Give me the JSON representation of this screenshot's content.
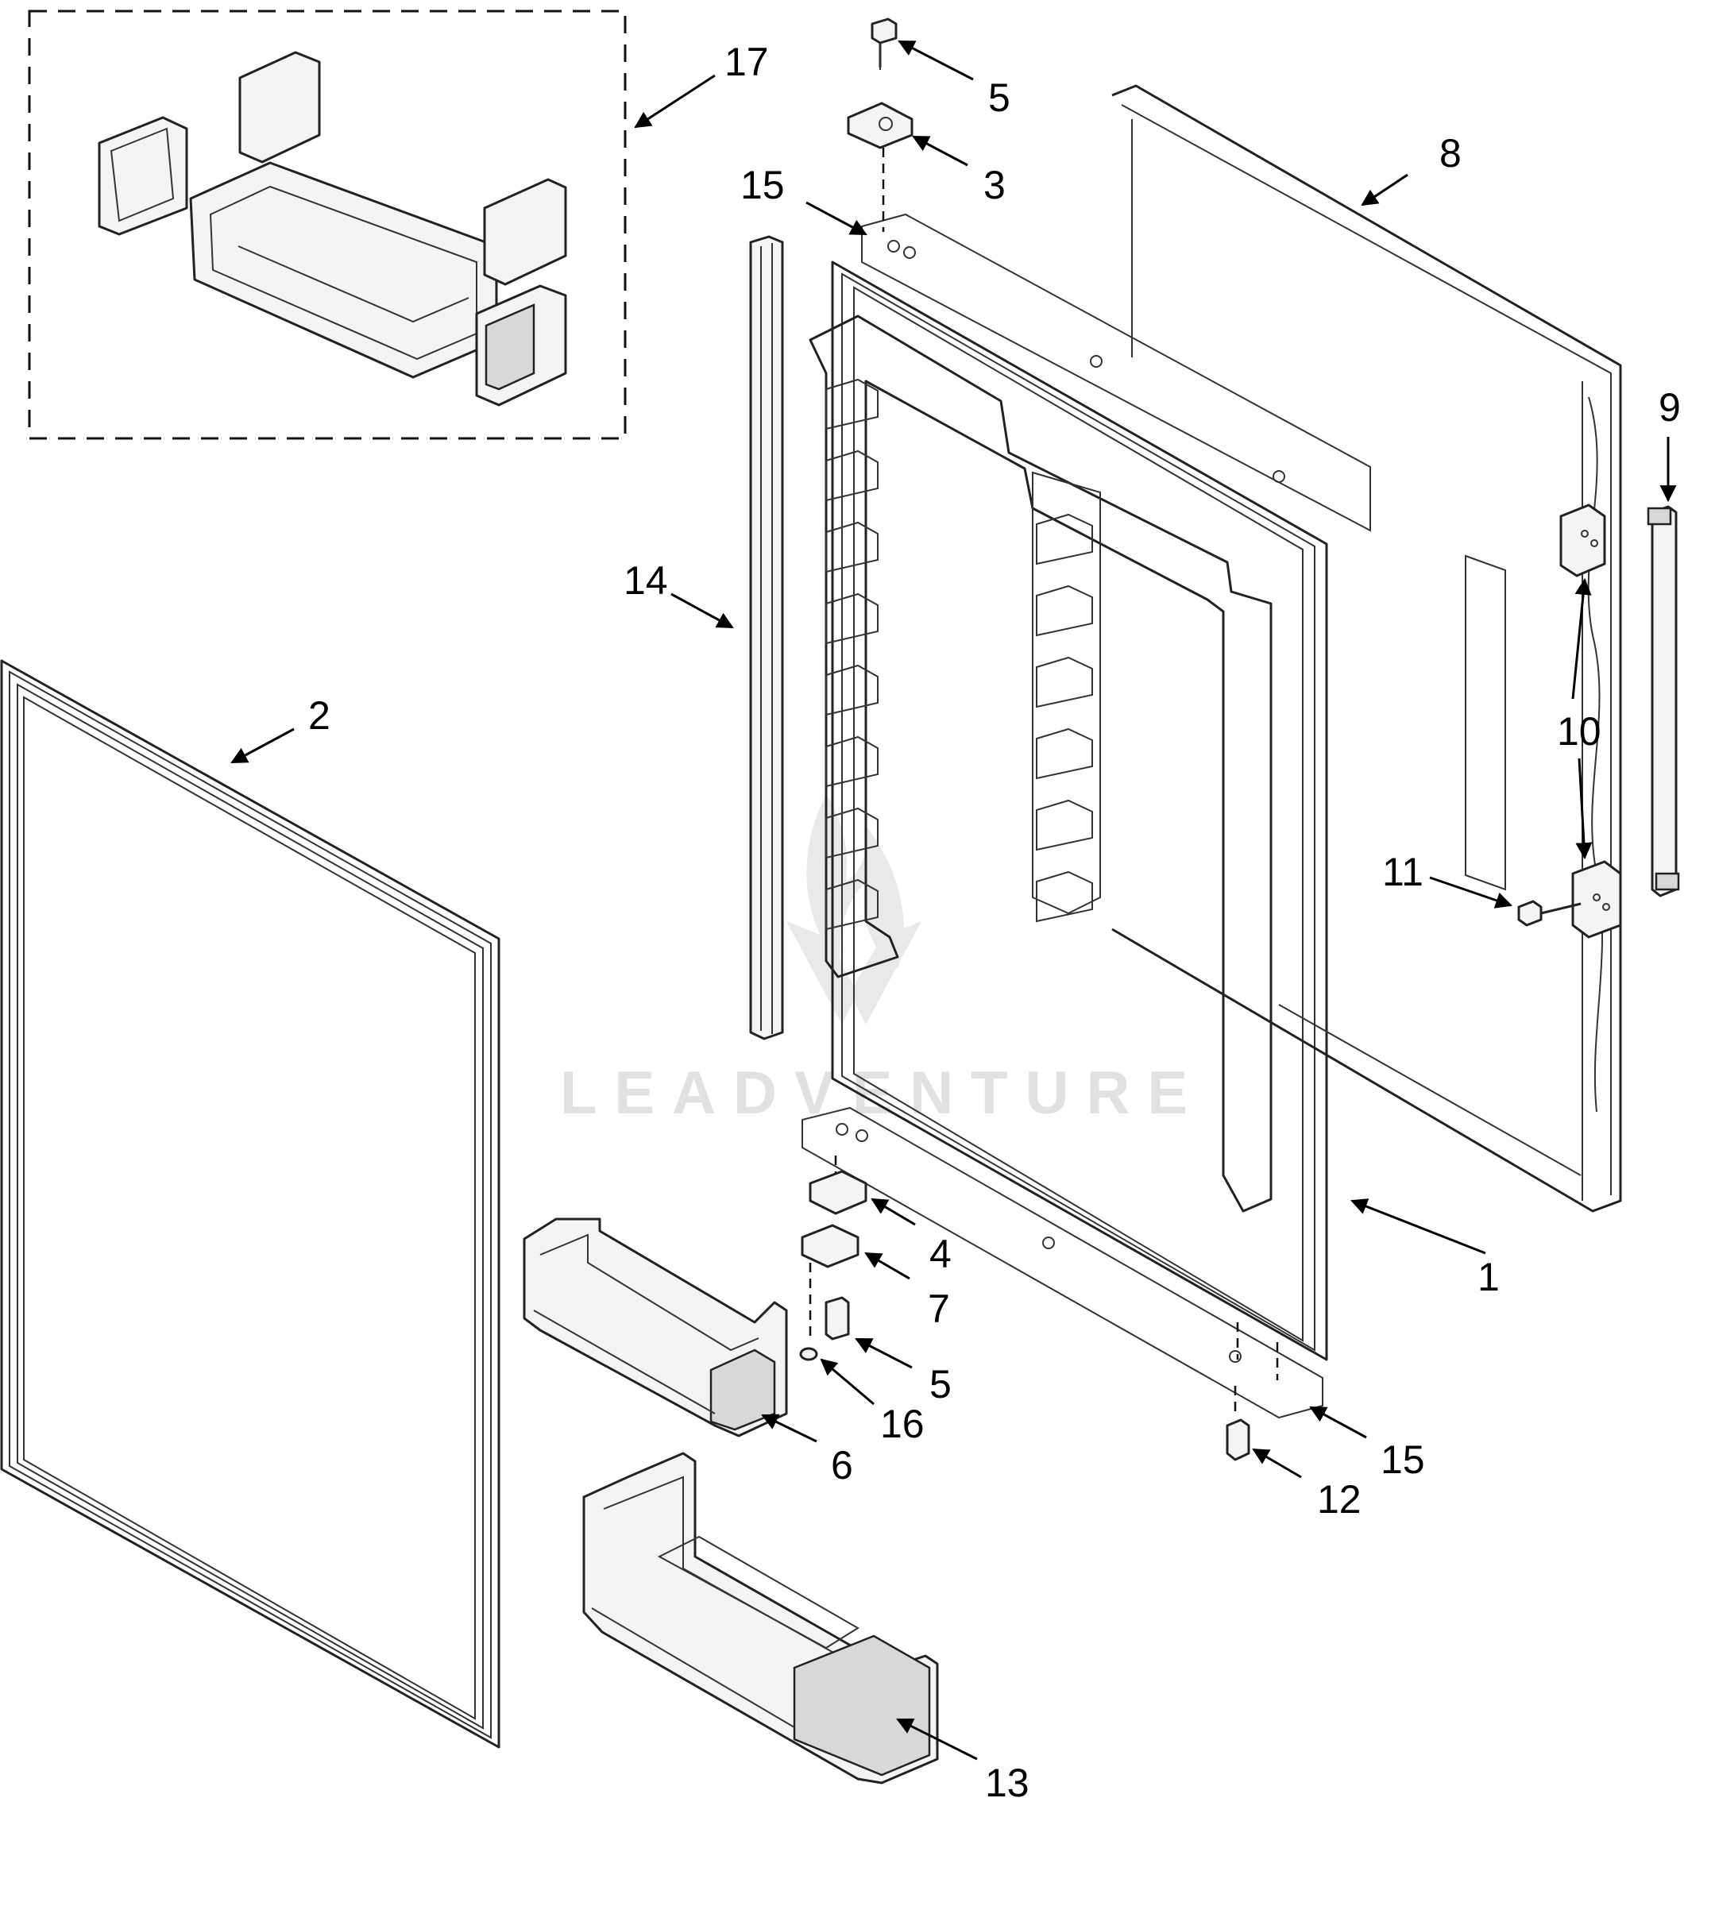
{
  "watermark": "LEADVENTURE",
  "callouts": {
    "c1": "1",
    "c2": "2",
    "c3": "3",
    "c4": "4",
    "c5_top": "5",
    "c5_bottom": "5",
    "c6": "6",
    "c7": "7",
    "c8": "8",
    "c9": "9",
    "c10": "10",
    "c11": "11",
    "c12": "12",
    "c13": "13",
    "c14": "14",
    "c15_top": "15",
    "c15_bottom": "15",
    "c16": "16",
    "c17": "17"
  },
  "colors": {
    "line": "#222222",
    "watermark": "#c9c9c9",
    "background": "#ffffff"
  }
}
